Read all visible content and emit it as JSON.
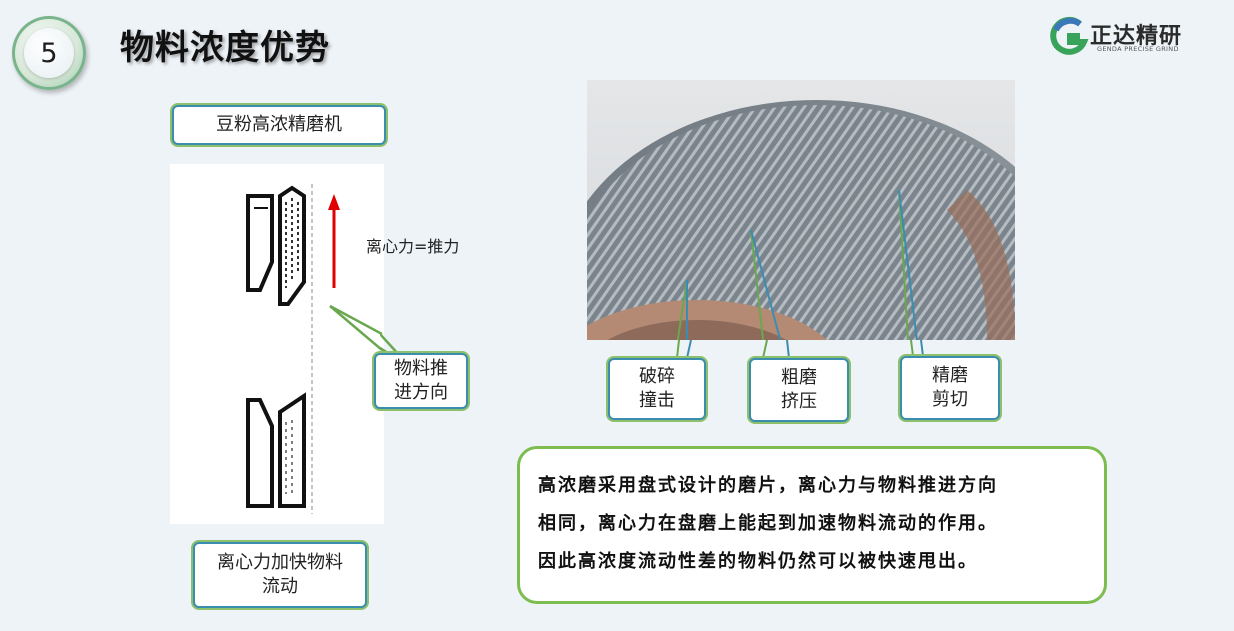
{
  "header": {
    "section_number": "5",
    "title": "物料浓度优势",
    "logo_text": "正达精研",
    "logo_subtitle": "GENDA PRECISE GRIND"
  },
  "diagram": {
    "machine_label": "豆粉高浓精磨机",
    "force_label": "离心力=推力",
    "push_direction_label": [
      "物料推",
      "进方向"
    ],
    "caption": [
      "离心力加快物料",
      "流动"
    ]
  },
  "disc_labels": [
    [
      "破碎",
      "撞击"
    ],
    [
      "粗磨",
      "挤压"
    ],
    [
      "精磨",
      "剪切"
    ]
  ],
  "description": [
    "高浓磨采用盘式设计的磨片，离心力与物料推进方向",
    "相同，离心力在盘磨上能起到加速物料流动的作用。",
    "因此高浓度流动性差的物料仍然可以被快速甩出。"
  ],
  "colors": {
    "accent_green": "#7dbd4f",
    "accent_blue": "#3b8db0",
    "arrow_red": "#e00000"
  }
}
